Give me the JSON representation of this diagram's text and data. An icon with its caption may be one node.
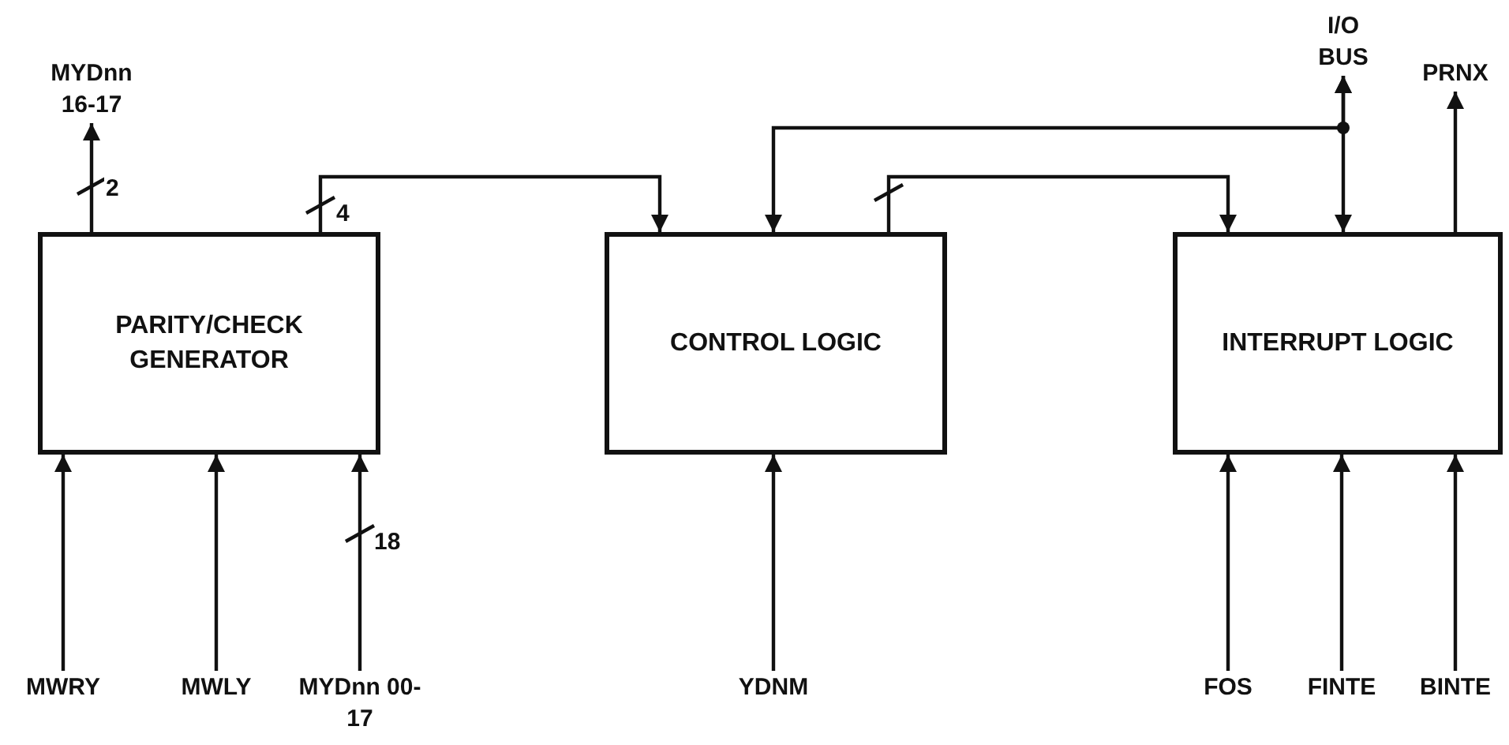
{
  "diagram": {
    "nodes": [
      {
        "text": [
          "MYDnn 16-17"
        ]
      },
      {
        "text": [
          "I/O BUS"
        ]
      },
      {
        "text": [
          "PRNX"
        ]
      },
      {
        "text": [
          "PARITY/CHECK GENERATOR"
        ]
      },
      {
        "text": [
          "CONTROL LOGIC"
        ]
      },
      {
        "text": [
          "INTERRUPT LOGIC"
        ]
      },
      {
        "text": [
          "MWRY"
        ]
      },
      {
        "text": [
          "MWLY"
        ]
      },
      {
        "text": [
          "MYDnn 00-17"
        ]
      },
      {
        "text": [
          "YDNM"
        ]
      },
      {
        "text": [
          "FOS"
        ]
      },
      {
        "text": [
          "FINTE"
        ]
      },
      {
        "text": [
          "BINTE"
        ]
      }
    ],
    "edges": [
      {
        "from": 3,
        "to": 0,
        "arrow": "to",
        "label": "2"
      },
      {
        "from": 3,
        "to": 4,
        "arrow": "to",
        "label": "4"
      },
      {
        "from": 4,
        "to": 5,
        "arrow": "to"
      },
      {
        "from": 4,
        "to": 1,
        "arrow": "both"
      },
      {
        "from": 5,
        "to": 1,
        "arrow": "both"
      },
      {
        "from": 5,
        "to": 2,
        "arrow": "to"
      },
      {
        "from": 6,
        "to": 3,
        "arrow": "to"
      },
      {
        "from": 7,
        "to": 3,
        "arrow": "to"
      },
      {
        "from": 8,
        "to": 3,
        "arrow": "to",
        "label": "18"
      },
      {
        "from": 9,
        "to": 4,
        "arrow": "to"
      },
      {
        "from": 10,
        "to": 5,
        "arrow": "to"
      },
      {
        "from": 11,
        "to": 5,
        "arrow": "to"
      },
      {
        "from": 12,
        "to": 5,
        "arrow": "to"
      }
    ]
  }
}
